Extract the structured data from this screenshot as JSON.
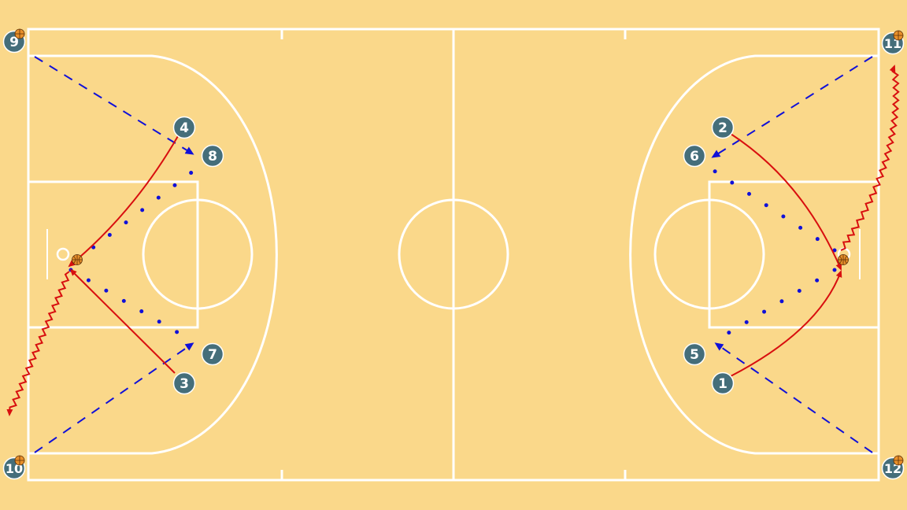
{
  "diagram": {
    "colors": {
      "court": "#FAD88A",
      "lines": "#FFFFFF",
      "player": "#456E7A",
      "cut": "#D80F0F",
      "pass": "#1010D8"
    },
    "players": [
      {
        "label": "1",
        "has_ball": false
      },
      {
        "label": "2",
        "has_ball": false
      },
      {
        "label": "3",
        "has_ball": false
      },
      {
        "label": "4",
        "has_ball": false
      },
      {
        "label": "5",
        "has_ball": false
      },
      {
        "label": "6",
        "has_ball": false
      },
      {
        "label": "7",
        "has_ball": false
      },
      {
        "label": "8",
        "has_ball": false
      },
      {
        "label": "9",
        "has_ball": true
      },
      {
        "label": "10",
        "has_ball": true
      },
      {
        "label": "11",
        "has_ball": true
      },
      {
        "label": "12",
        "has_ball": true
      }
    ],
    "icons": [
      "basketball-icon"
    ]
  }
}
